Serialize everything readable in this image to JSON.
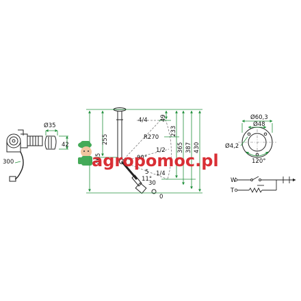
{
  "watermark": {
    "text": "agropomoc.pl",
    "color": "#d8242b",
    "mascot_color": "#3aa650"
  },
  "colors": {
    "line": "#222222",
    "dimension": "#1f8f3a",
    "hidden": "#777777"
  },
  "sensor_detail": {
    "labels": {
      "dia35": "Ø35",
      "h42": "42",
      "cable300": "300"
    }
  },
  "lever_view": {
    "labels": {
      "d465": "465",
      "d255": "255",
      "d4_4": "4/4",
      "d49": "49",
      "d233": "233",
      "d365": "365",
      "d387": "387",
      "d430": "430",
      "r270": "R270",
      "d1_2": "1/2",
      "d90": "90°",
      "d1_4": "1/4",
      "d5": "5",
      "d11": "11°",
      "d30": "30",
      "d0": "0"
    }
  },
  "flange_view": {
    "labels": {
      "dia60_3": "Ø60,3",
      "dia48": "Ø48",
      "dia4_2": "Ø4,2",
      "a120": "120°"
    }
  },
  "wiring": {
    "labels": {
      "w": "W",
      "t": "T"
    }
  }
}
